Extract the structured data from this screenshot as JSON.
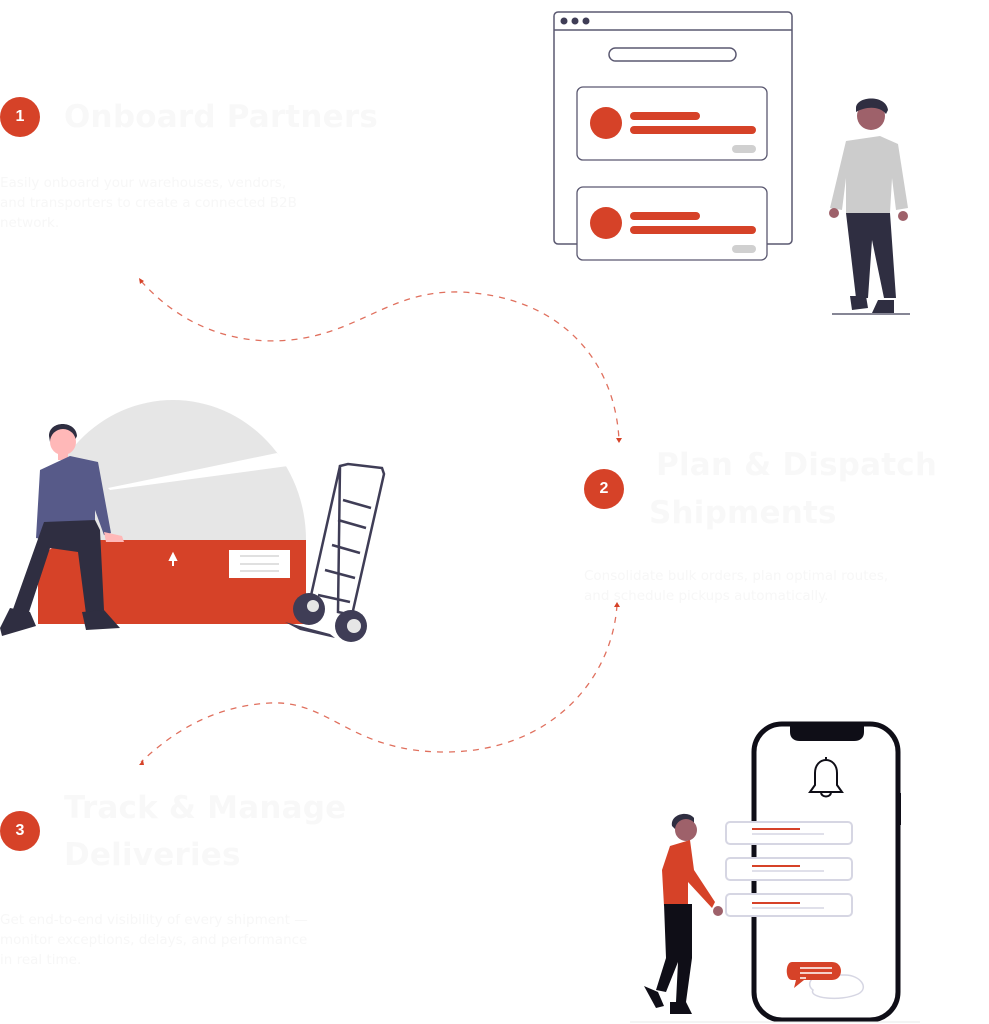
{
  "steps": [
    {
      "number": "1",
      "title_lines": [
        "Onboard Partners"
      ],
      "description": "Easily onboard your warehouses, vendors, and transporters to create a connected B2B network."
    },
    {
      "number": "2",
      "title_lines": [
        "Plan & Dispatch",
        "Shipments"
      ],
      "description": "Consolidate bulk orders, plan optimal routes, and schedule pickups automatically."
    },
    {
      "number": "3",
      "title_lines": [
        "Track & Manage",
        "Deliveries"
      ],
      "description": "Get end-to-end visibility of every shipment — monitor exceptions, delays, and performance in real time."
    }
  ],
  "illustrations": {
    "onboard": "browser-window-with-partner-cards-and-person",
    "dispatch": "person-sitting-on-box-with-hand-truck",
    "track": "person-with-phone-notifications"
  },
  "colors": {
    "accent": "#d64228",
    "dark": "#3f3d56",
    "light_gray": "#e6e6e6",
    "title_text": "#f8f8f8"
  }
}
